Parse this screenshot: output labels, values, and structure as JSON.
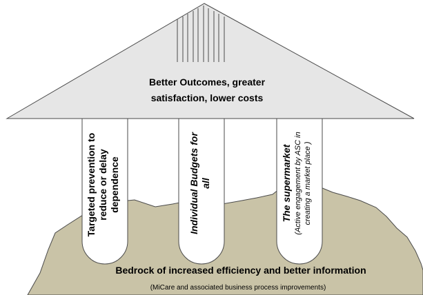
{
  "roof": {
    "line1": "Better Outcomes, greater",
    "line2": "satisfaction, lower costs"
  },
  "pillars": [
    {
      "lines": [
        "Targeted prevention to",
        "reduce or delay",
        "dependence"
      ]
    },
    {
      "lines": [
        "Individual Budgets for",
        "all"
      ]
    },
    {
      "title": "The supermarket",
      "subtitle_lines": [
        "(Active engagement by ASC in",
        "creating a market place )"
      ]
    }
  ],
  "bedrock": {
    "title": "Bedrock of increased efficiency and better information",
    "subtitle": "(MiCare and associated business process improvements)"
  },
  "colors": {
    "roof_fill": "#e6e6e6",
    "pillar_fill": "#ffffff",
    "rock_fill": "#c9c3a7",
    "outline": "#4a4a4a"
  }
}
